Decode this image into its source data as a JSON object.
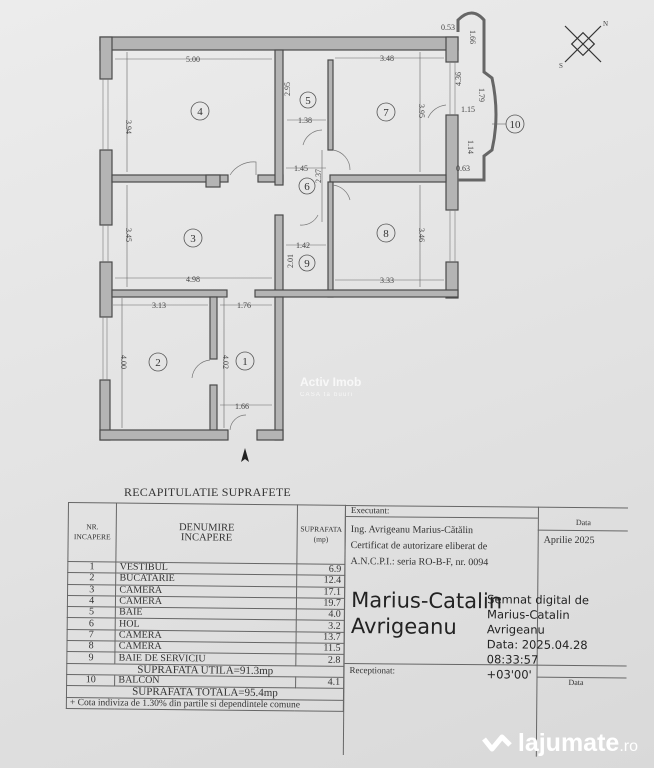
{
  "plan": {
    "rooms": [
      "1",
      "2",
      "3",
      "4",
      "5",
      "6",
      "7",
      "8",
      "9",
      "10"
    ],
    "dimensions": {
      "r4_w": "5.00",
      "r4_h": "3.94",
      "r5_h": "2.95",
      "r5_w": "1.38",
      "r7_w": "3.48",
      "r7_h": "3.95",
      "bal_top": "0.53",
      "bal_a": "1.66",
      "bal_b": "4.36",
      "bal_c": "1.79",
      "bal_d": "1.15",
      "bal_e": "1.14",
      "bal_f": "0.63",
      "r6_w": "1.45",
      "r6_h": "2.37",
      "r9_w": "1.42",
      "r9_h": "2.01",
      "r3_h": "3.45",
      "r3_w": "4.98",
      "r8_h": "3.46",
      "r8_w": "3.33",
      "r2_w": "3.13",
      "r2_h": "4.00",
      "r1_w": "1.76",
      "r1_h": "4.02",
      "r1_door": "1.66"
    },
    "watermark": {
      "brand": "Activ Imob",
      "tagline": "CASA ta buuri"
    }
  },
  "summary": {
    "title": "RECAPITULATIE SUPRAFETE",
    "headers": {
      "nr": "NR. INCAPERE",
      "name": "DENUMIRE INCAPERE",
      "area": "SUPRAFATA (mp)"
    },
    "rows": [
      {
        "nr": "1",
        "name": "VESTIBUL",
        "area": "6.9"
      },
      {
        "nr": "2",
        "name": "BUCATARIE",
        "area": "12.4"
      },
      {
        "nr": "3",
        "name": "CAMERA",
        "area": "17.1"
      },
      {
        "nr": "4",
        "name": "CAMERA",
        "area": "19.7"
      },
      {
        "nr": "5",
        "name": "BAIE",
        "area": "4.0"
      },
      {
        "nr": "6",
        "name": "HOL",
        "area": "3.2"
      },
      {
        "nr": "7",
        "name": "CAMERA",
        "area": "13.7"
      },
      {
        "nr": "8",
        "name": "CAMERA",
        "area": "11.5"
      },
      {
        "nr": "9",
        "name": "BAIE DE SERVICIU",
        "area": "2.8"
      }
    ],
    "useful_total": "SUPRAFATA UTILA=91.3mp",
    "balcony": {
      "nr": "10",
      "name": "BALCON",
      "area": "4.1"
    },
    "grand_total": "SUPRAFATA TOTALA=95.4mp",
    "note": "+ Cota indiviza de 1.30% din partile si dependintele comune"
  },
  "executant": {
    "label": "Executant:",
    "date_label": "Data",
    "date": "Aprilie 2025",
    "lines": [
      "Ing. Avrigeanu Marius-Cătălin",
      "Certificat de autorizare eliberat de",
      "A.N.C.P.I.: seria RO-B-F, nr. 0094"
    ],
    "signature_name": [
      "Marius-Catalin",
      "Avrigeanu"
    ],
    "digital_sig": [
      "Semnat digital de",
      "Marius-Catalin Avrigeanu",
      "Data: 2025.04.28 08:33:57",
      "+03'00'"
    ],
    "received_label": "Receptionat:",
    "received_date_label": "Data"
  },
  "site_logo": {
    "name": "lajumate",
    "suffix": ".ro"
  }
}
